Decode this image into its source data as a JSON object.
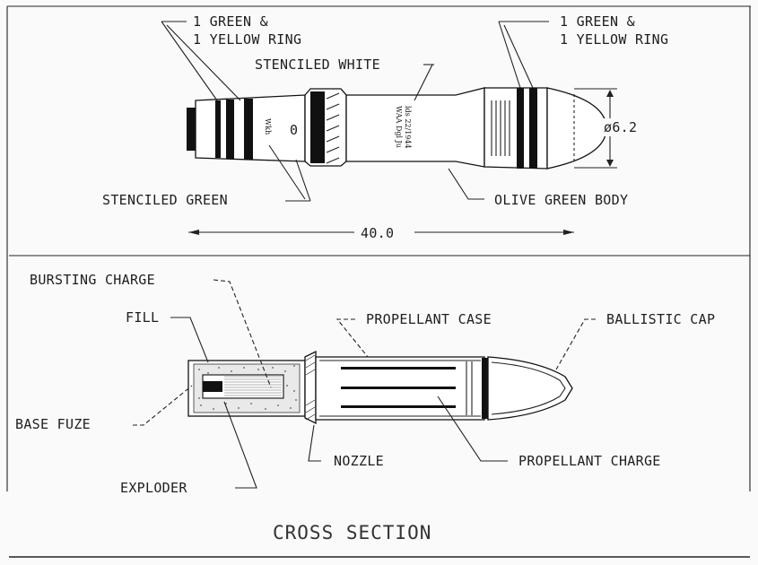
{
  "top_view": {
    "label_left_rings": [
      "1 GREEN &",
      "1 YELLOW RING"
    ],
    "label_right_rings": [
      "1 GREEN &",
      "1 YELLOW RING"
    ],
    "label_stenciled_white": "STENCILED WHITE",
    "label_stenciled_green": "STENCILED GREEN",
    "label_olive_body": "OLIVE GREEN BODY",
    "diameter": "ø6.2",
    "length": "40.0",
    "stencil_mark": "Wkh",
    "stencil_zero": "0",
    "stencil_lines": [
      "WAA Dgl Ju",
      "lds 22/1944"
    ]
  },
  "cross_section": {
    "bursting_charge": "BURSTING CHARGE",
    "fill": "FILL",
    "propellant_case": "PROPELLANT CASE",
    "ballistic_cap": "BALLISTIC CAP",
    "base_fuze": "BASE FUZE",
    "nozzle": "NOZZLE",
    "propellant_charge": "PROPELLANT CHARGE",
    "exploder": "EXPLODER"
  },
  "caption": "CROSS SECTION"
}
